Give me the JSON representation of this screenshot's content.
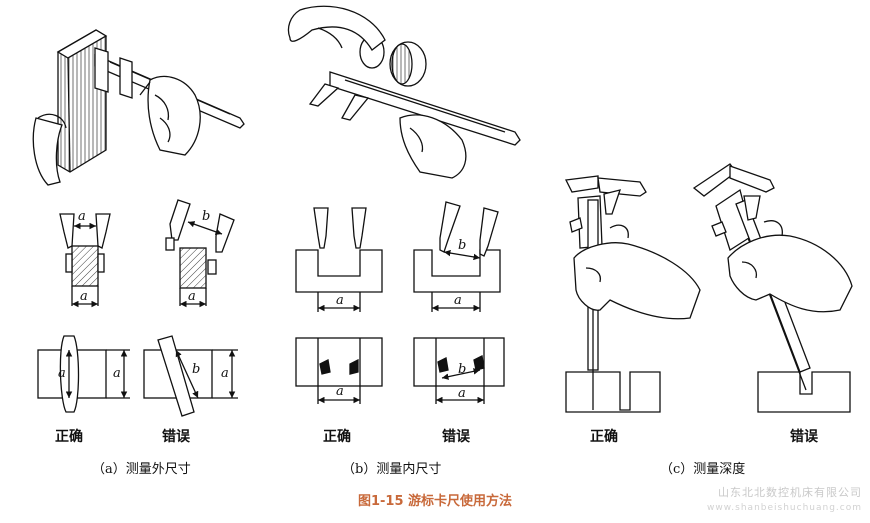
{
  "labels": {
    "correct": "正确",
    "wrong": "错误"
  },
  "dims": {
    "a": "a",
    "b": "b"
  },
  "subtitles": {
    "a": "（a）测量外尺寸",
    "b": "（b）测量内尺寸",
    "c": "（c）测量深度"
  },
  "caption": "图1-15 游标卡尺使用方法",
  "watermark": {
    "company": "山东北北数控机床有限公司",
    "url": "www.shanbeishuchuang.com"
  }
}
